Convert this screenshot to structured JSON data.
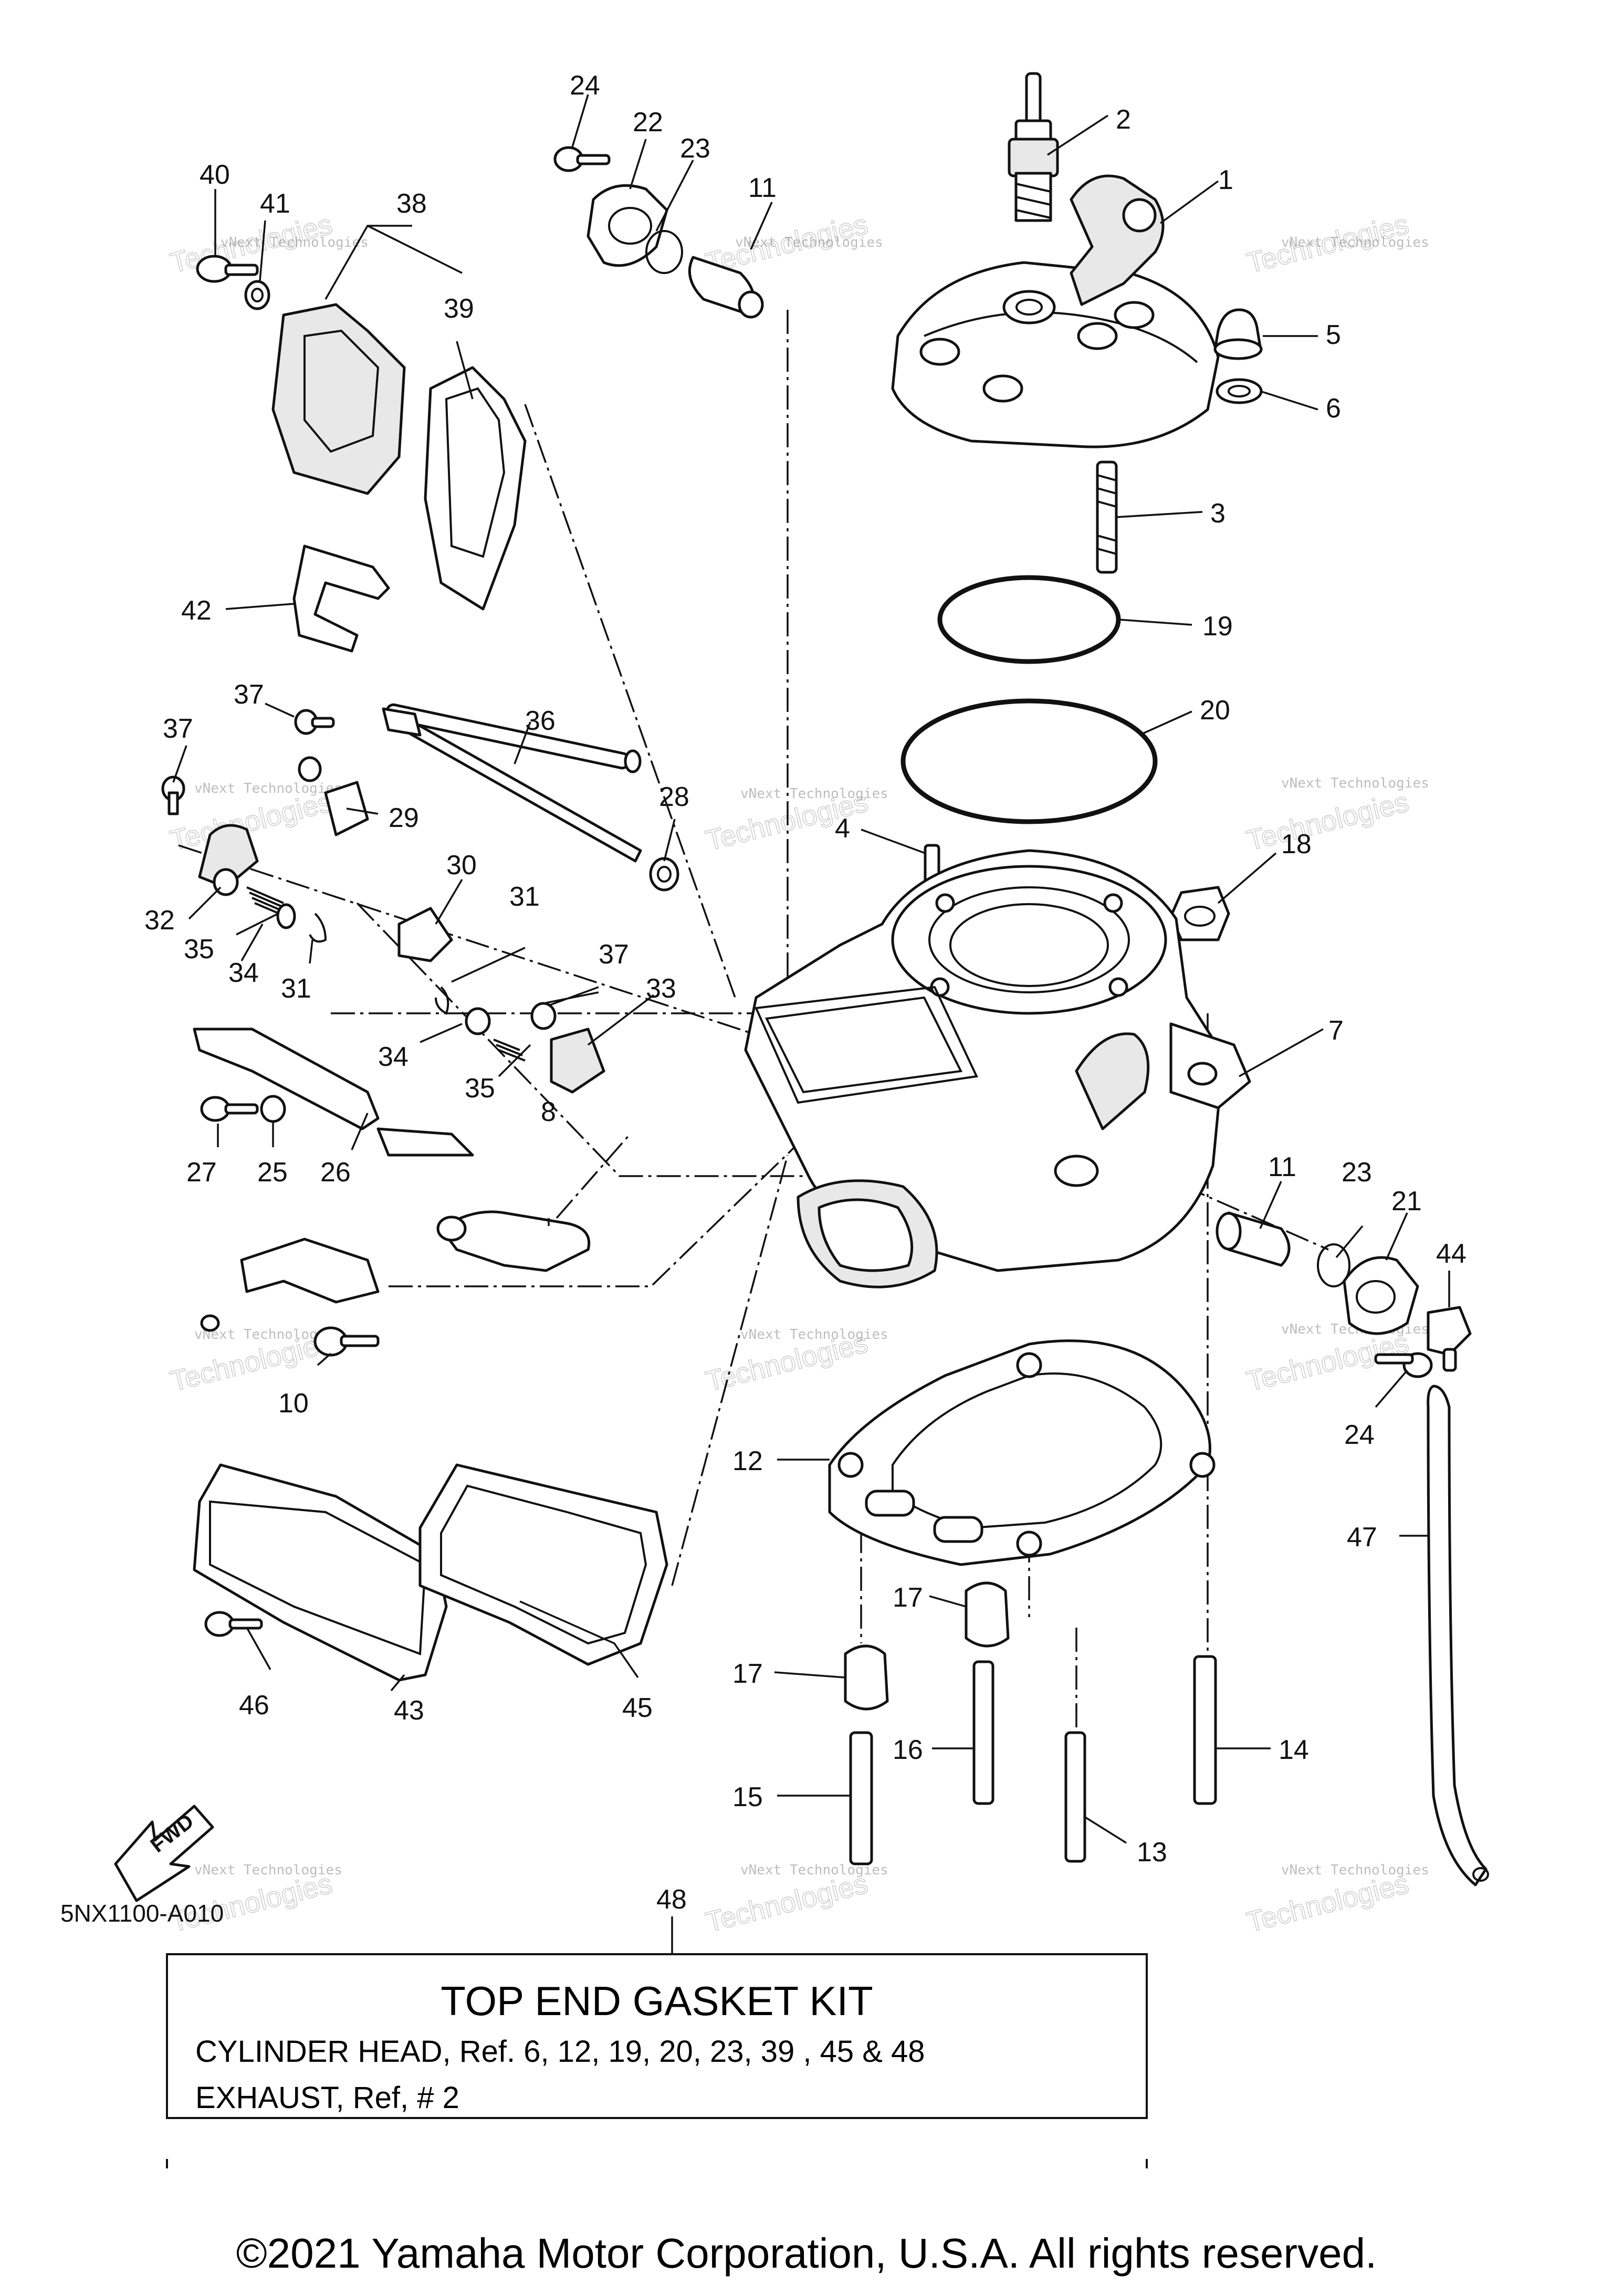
{
  "diagram_code": "5NX1100-A010",
  "fwd_label": "FWD",
  "watermark_text": "vNext Technologies",
  "watermark_outline_text": "Technologies",
  "callouts": [
    "1",
    "2",
    "3",
    "4",
    "5",
    "6",
    "7",
    "8",
    "10",
    "11",
    "11",
    "12",
    "13",
    "14",
    "15",
    "16",
    "17",
    "17",
    "18",
    "19",
    "20",
    "21",
    "22",
    "23",
    "23",
    "24",
    "24",
    "25",
    "26",
    "27",
    "28",
    "29",
    "30",
    "31",
    "31",
    "32",
    "33",
    "34",
    "34",
    "35",
    "35",
    "36",
    "37",
    "37",
    "37",
    "38",
    "39",
    "40",
    "41",
    "42",
    "43",
    "44",
    "45",
    "46",
    "47",
    "48"
  ],
  "kit": {
    "title": "TOP END GASKET KIT",
    "line1": "CYLINDER HEAD, Ref. 6, 12, 19, 20, 23, 39 , 45 & 48",
    "line2": "EXHAUST, Ref, # 2"
  },
  "copyright": "©2021 Yamaha Motor Corporation, U.S.A. All rights reserved."
}
